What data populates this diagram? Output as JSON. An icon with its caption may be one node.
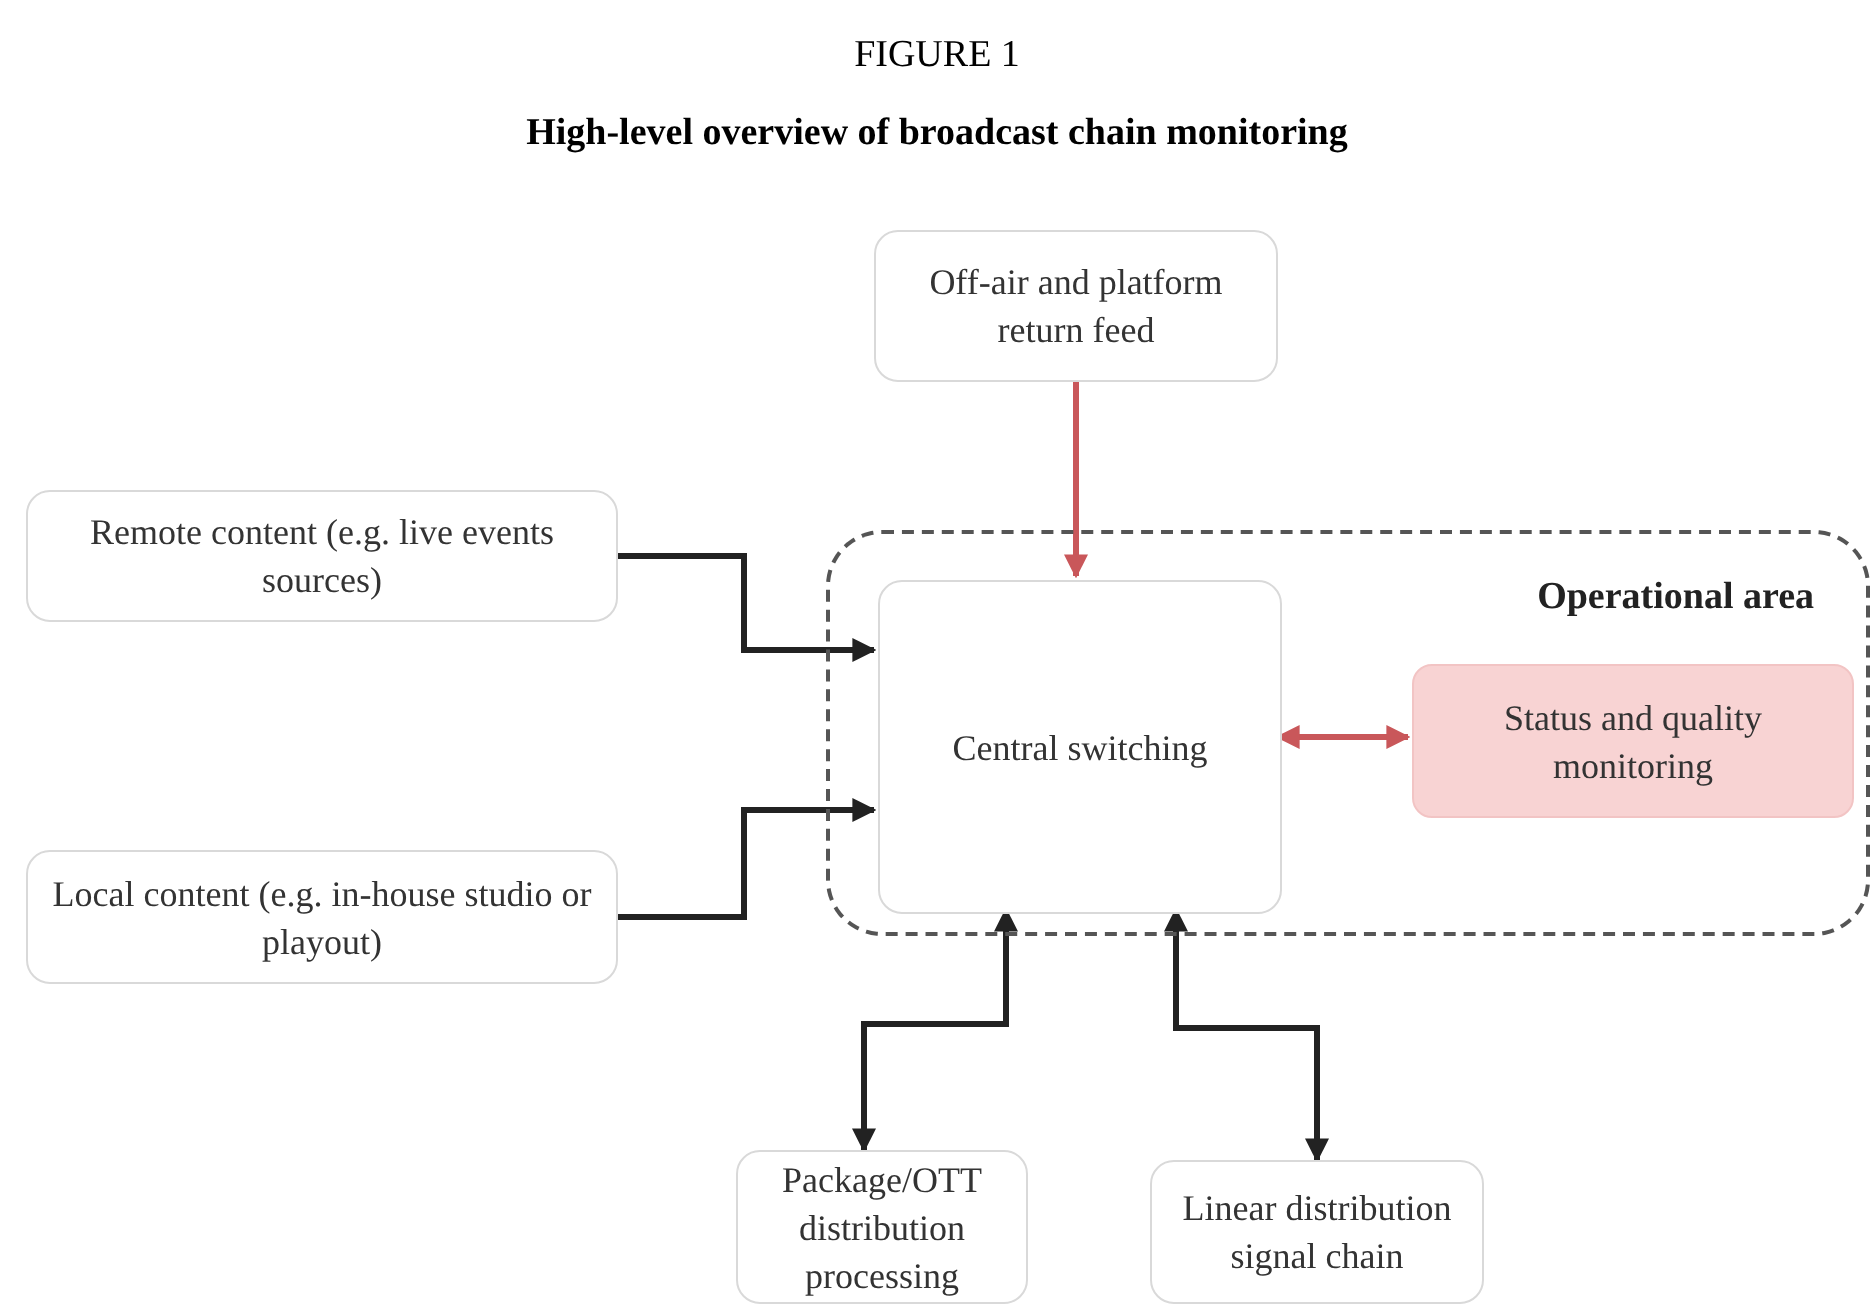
{
  "diagram": {
    "title": "High-level overview of broadcast chain monitoring",
    "nodes": [
      {
        "text": [
          "Off-air and platform return feed"
        ]
      },
      {
        "text": [
          "Remote content (e.g. live events sources)"
        ]
      },
      {
        "text": [
          "Operational area"
        ]
      },
      {
        "text": [
          "Central switching"
        ],
        "in": 2
      },
      {
        "text": [
          "Status and quality monitoring"
        ],
        "in": 2
      },
      {
        "text": [
          "Local content (e.g. in-house studio or playout)"
        ]
      },
      {
        "text": [
          "Package/OTT distribution processing"
        ]
      },
      {
        "text": [
          "Linear distribution signal chain"
        ]
      }
    ],
    "edges": [
      {
        "from": 0,
        "to": 3,
        "arrow": "to",
        "color": "#c9575a"
      },
      {
        "from": 1,
        "to": 3,
        "arrow": "to"
      },
      {
        "from": 5,
        "to": 3,
        "arrow": "to"
      },
      {
        "from": 3,
        "to": 4,
        "arrow": "both",
        "color": "#c9575a"
      },
      {
        "from": 3,
        "to": 6,
        "arrow": "both"
      },
      {
        "from": 3,
        "to": 7,
        "arrow": "both"
      }
    ],
    "labels": [
      "FIGURE 1"
    ]
  }
}
